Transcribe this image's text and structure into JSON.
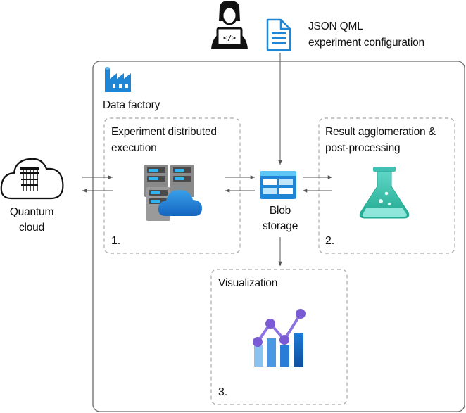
{
  "diagram": {
    "user": {
      "icon": "developer-laptop-icon"
    },
    "config": {
      "icon": "document-icon",
      "line1": "JSON QML",
      "line2": "experiment configuration"
    },
    "data_factory": {
      "icon": "factory-icon",
      "label": "Data factory"
    },
    "quantum_cloud": {
      "icon": "quantum-cloud-icon",
      "line1": "Quantum",
      "line2": "cloud"
    },
    "execution": {
      "line1": "Experiment distributed",
      "line2": "execution",
      "step": "1.",
      "icon": "servers-cloud-icon"
    },
    "blob": {
      "icon": "blob-storage-icon",
      "line1": "Blob",
      "line2": "storage"
    },
    "post_processing": {
      "line1": "Result agglomeration &",
      "line2": "post-processing",
      "step": "2.",
      "icon": "flask-icon"
    },
    "visualization": {
      "label": "Visualization",
      "step": "3.",
      "icon": "chart-icon"
    },
    "colors": {
      "frame": "#6b6b6b",
      "dashed": "#a9a9a9",
      "arrow": "#555555",
      "azure_blue": "#1f86d6",
      "teal": "#3fc0b0",
      "purple": "#7b5ad6"
    }
  }
}
